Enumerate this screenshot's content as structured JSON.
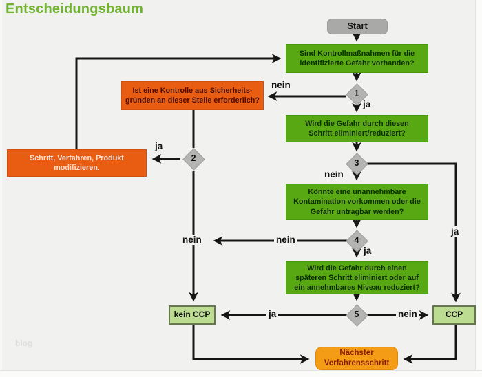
{
  "title": "Entscheidungsbaum",
  "watermark": "blog",
  "colors": {
    "background": "#f1f1ef",
    "title_green": "#6fb32f",
    "question_green": "#58a814",
    "question_text": "#0e2b00",
    "orange": "#e85d12",
    "orange_dark_text": "#4a0c00",
    "orange_light_text": "#ffe3d8",
    "amber": "#f49c15",
    "amber_text": "#8a1c00",
    "start_gray": "#a9a9a7",
    "diamond_gray": "#b4b4b2",
    "ccp_green": "#bcdc92",
    "ccp_border": "#67764f",
    "line_black": "#161616"
  },
  "nodes": {
    "start": {
      "label": "Start"
    },
    "q1": {
      "lines": [
        "Sind Kontrollmaßnahmen für die",
        "identifizierte Gefahr vorhanden?"
      ]
    },
    "control_needed": {
      "lines": [
        "Ist eine Kontrolle aus Sicherheits-",
        "gründen an dieser Stelle erforderlich?"
      ]
    },
    "q2": {
      "lines": [
        "Wird die Gefahr durch diesen",
        "Schritt eliminiert/reduziert?"
      ]
    },
    "modify": {
      "lines": [
        "Schritt, Verfahren, Produkt",
        "modifizieren."
      ]
    },
    "q3": {
      "lines": [
        "Könnte eine unannehmbare",
        "Kontamination vorkommen oder die",
        "Gefahr untragbar werden?"
      ]
    },
    "q4": {
      "lines": [
        "Wird die Gefahr durch einen",
        "späteren Schritt eliminiert oder auf",
        "ein annehmbares Niveau reduziert?"
      ]
    },
    "kein_ccp": {
      "label": "kein CCP"
    },
    "ccp": {
      "label": "CCP"
    },
    "next_step": {
      "lines": [
        "Nächster",
        "Verfahrensschritt"
      ]
    }
  },
  "diamonds": [
    {
      "number": "1"
    },
    {
      "number": "2"
    },
    {
      "number": "3"
    },
    {
      "number": "4"
    },
    {
      "number": "5"
    }
  ],
  "edge_labels": {
    "d1_nein": "nein",
    "d1_ja": "ja",
    "d2_ja": "ja",
    "d3_nein": "nein",
    "d3_ja": "ja",
    "d4_nein_mid": "nein",
    "d4_nein_left": "nein",
    "d4_ja": "ja",
    "d5_ja": "ja",
    "d5_nein": "nein"
  }
}
